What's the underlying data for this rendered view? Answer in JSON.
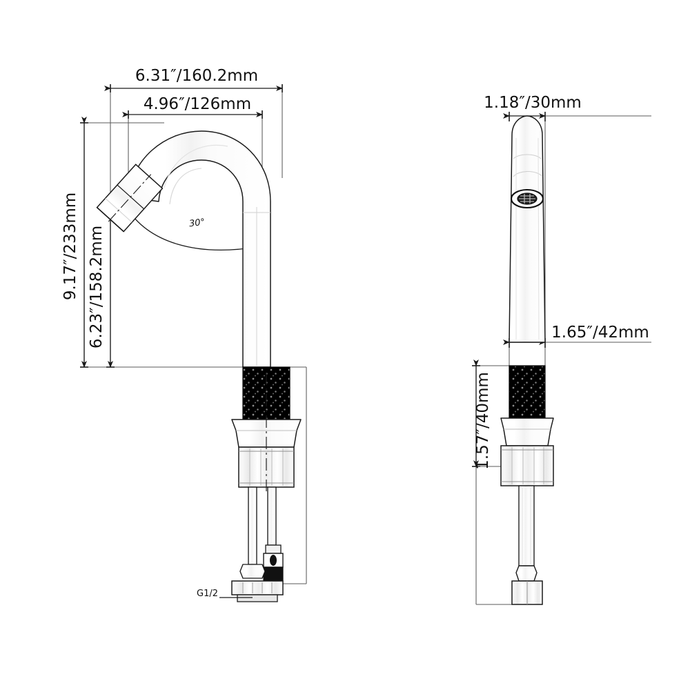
{
  "drawing": {
    "type": "technical-dimension-drawing",
    "subject": "single-hole bathroom basin faucet",
    "background_color": "#ffffff",
    "line_color": "#1a1a1a",
    "thread_fill_color": "#000000",
    "views": [
      {
        "id": "front",
        "name": "front-elevation"
      },
      {
        "id": "side",
        "name": "side-elevation"
      }
    ]
  },
  "front_view": {
    "dimensions": {
      "overall_width": "6.31″/160.2mm",
      "spout_reach": "4.96″/126mm",
      "overall_height": "9.17″/233mm",
      "spout_height": "6.23″/158.2mm"
    },
    "angle_label": "30°",
    "thread_callout": "G1/2"
  },
  "side_view": {
    "dimensions": {
      "top_width": "1.18″/30mm",
      "body_width": "1.65″/42mm",
      "shank_length": "1.57″/40mm"
    }
  },
  "chart_data": {
    "type": "table",
    "title": "Faucet dimension callouts",
    "categories": [
      "overall width",
      "spout reach",
      "overall height",
      "spout height",
      "top width",
      "body width",
      "shank length"
    ],
    "values_in": [
      6.31,
      4.96,
      9.17,
      6.23,
      1.18,
      1.65,
      1.57
    ],
    "values_mm": [
      160.2,
      126,
      233,
      158.2,
      30,
      42,
      40
    ],
    "labels": [
      "6.31″/160.2mm",
      "4.96″/126mm",
      "9.17″/233mm",
      "6.23″/158.2mm",
      "1.18″/30mm",
      "1.65″/42mm",
      "1.57″/40mm"
    ],
    "annotations": [
      "30°",
      "G1/2"
    ],
    "view_of": [
      "front",
      "front",
      "front",
      "front",
      "side",
      "side",
      "side"
    ]
  }
}
